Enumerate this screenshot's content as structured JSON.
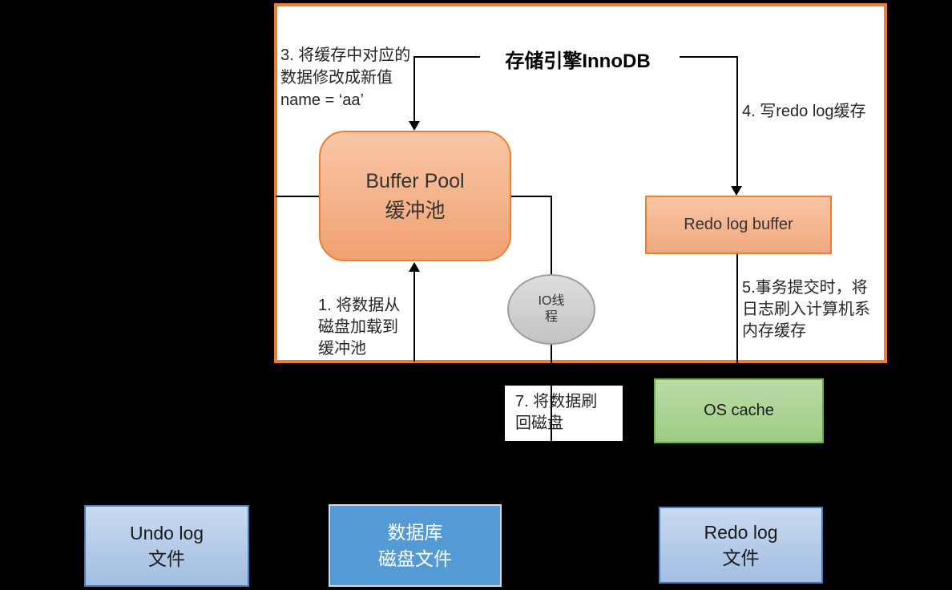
{
  "frame": {
    "title": "存储引擎InnoDB"
  },
  "annotations": {
    "step3": {
      "line1": "3. 将缓存中对应的",
      "line2": "数据修改成新值",
      "line3": "name = ‘aa’"
    },
    "step4": {
      "label": "4. 写redo log缓存"
    },
    "step1": {
      "line1": "1. 将数据从",
      "line2": "磁盘加载到",
      "line3": "缓冲池"
    },
    "step5": {
      "line1": "5.事务提交时，将",
      "line2": "日志刷入计算机系",
      "line3": "内存缓存"
    },
    "step7": {
      "line1": "7. 将数据刷",
      "line2": "回磁盘"
    }
  },
  "nodes": {
    "buffer_pool": {
      "line1": "Buffer Pool",
      "line2": "缓冲池"
    },
    "redo_log_buffer": {
      "label": "Redo log buffer"
    },
    "io_thread": {
      "line1": "IO线",
      "line2": "程"
    },
    "os_cache": {
      "label": "OS cache"
    },
    "undo_log_file": {
      "line1": "Undo log",
      "line2": "文件"
    },
    "db_disk_file": {
      "line1": "数据库",
      "line2": "磁盘文件"
    },
    "redo_log_file": {
      "line1": "Redo log",
      "line2": "文件"
    }
  },
  "colors": {
    "background": "#000000",
    "engine_border": "#ED7D31",
    "orange_fill": "#F4B183",
    "green_fill": "#A9D18E",
    "green_border": "#70AD47",
    "blue_fill": "#5B9BD5",
    "light_blue_fill": "#B4CCE9",
    "light_blue_border": "#4B7AB8",
    "gray_fill": "#D0D0D0",
    "line_color": "#000000"
  }
}
